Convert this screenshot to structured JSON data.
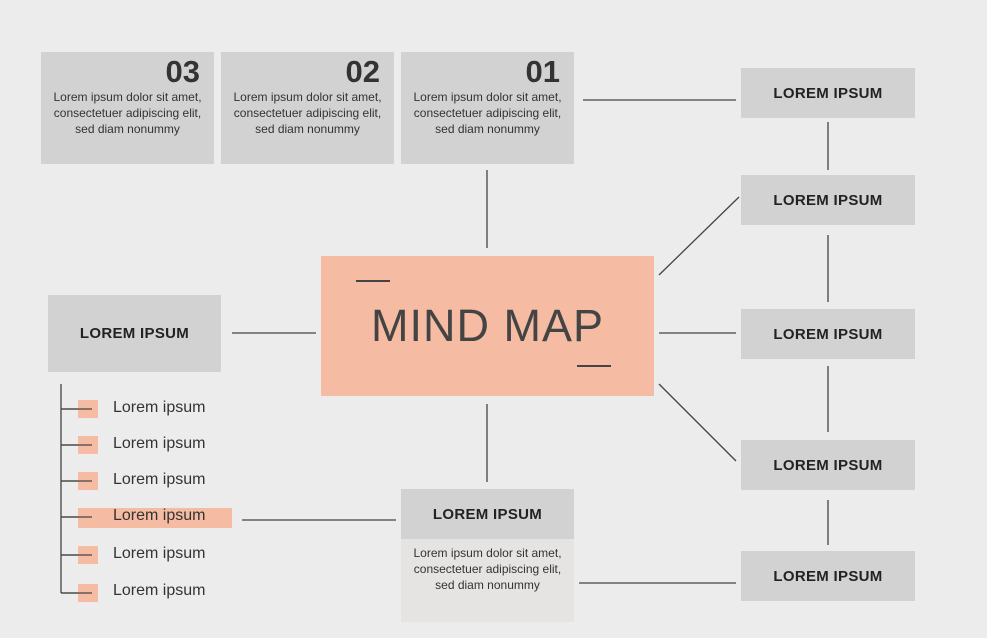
{
  "center": {
    "title": "MIND MAP"
  },
  "cards": [
    {
      "num": "03",
      "text": "Lorem ipsum dolor sit amet, consectetuer adipiscing elit, sed diam nonummy"
    },
    {
      "num": "02",
      "text": "Lorem ipsum dolor sit amet, consectetuer adipiscing elit, sed diam nonummy"
    },
    {
      "num": "01",
      "text": "Lorem ipsum dolor sit amet, consectetuer adipiscing elit, sed diam nonummy"
    }
  ],
  "left_node": {
    "label": "LOREM IPSUM"
  },
  "list": [
    "Lorem ipsum",
    "Lorem ipsum",
    "Lorem ipsum",
    "Lorem ipsum",
    "Lorem ipsum",
    "Lorem ipsum"
  ],
  "bottom_node": {
    "label": "LOREM IPSUM",
    "text": "Lorem ipsum dolor sit amet, consectetuer adipiscing elit, sed diam nonummy"
  },
  "right_nodes": [
    "LOREM IPSUM",
    "LOREM IPSUM",
    "LOREM IPSUM",
    "LOREM IPSUM",
    "LOREM IPSUM"
  ],
  "colors": {
    "accent": "#f6bba3",
    "node": "#d2d2d2",
    "background": "#ececec",
    "line": "#444444"
  }
}
